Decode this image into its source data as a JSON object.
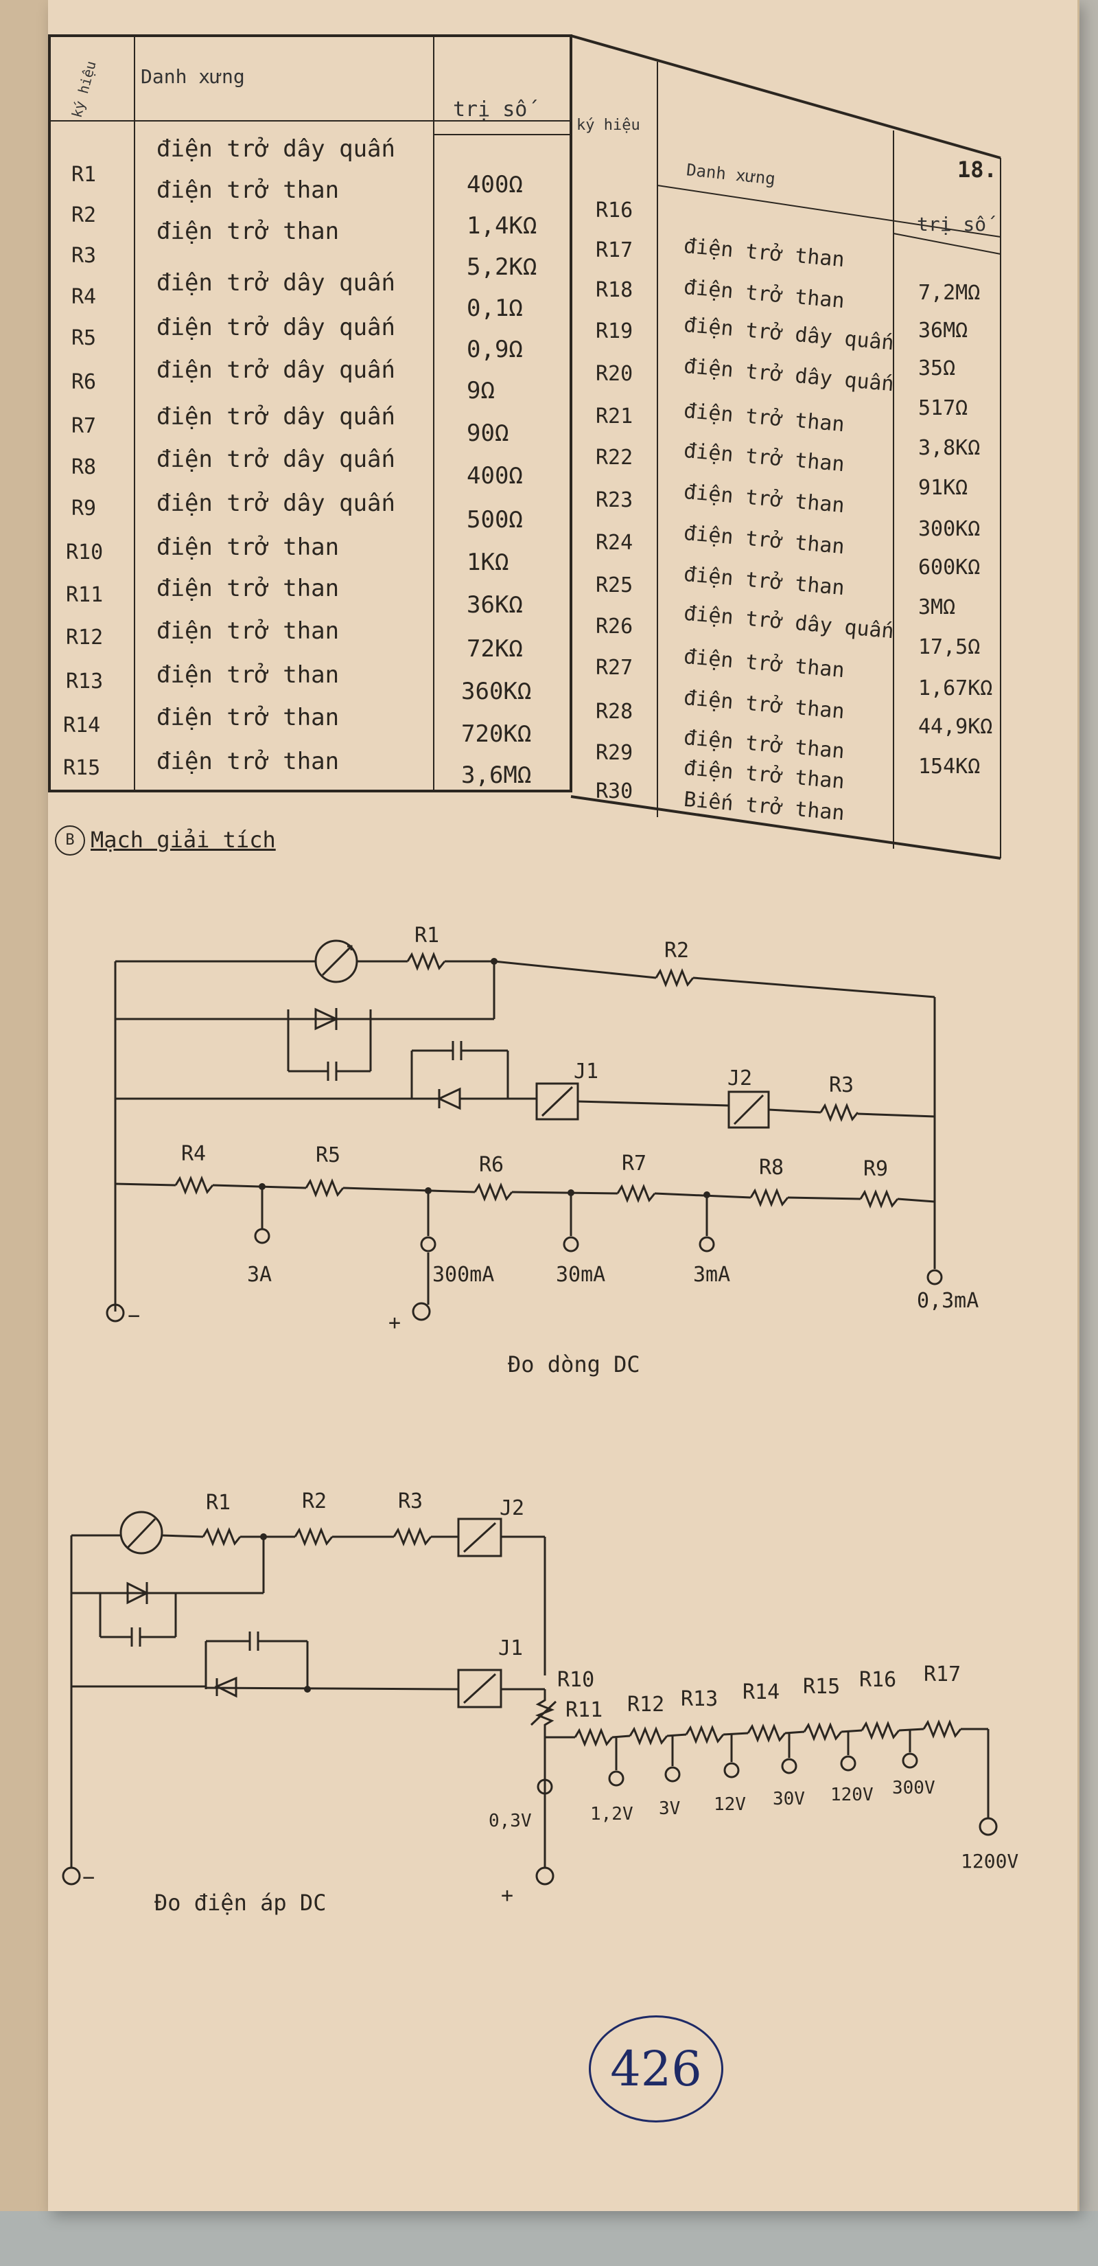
{
  "page_number": "18.",
  "folio": "426",
  "table_left": {
    "headers": {
      "symbol": "ký hiệu",
      "name": "Danh xưng",
      "value": "trị số"
    },
    "rows": [
      {
        "sym": "R1",
        "name": "điện trở dây quấn",
        "val": "400Ω"
      },
      {
        "sym": "R2",
        "name": "điện trở than",
        "val": "1,4KΩ"
      },
      {
        "sym": "R3",
        "name": "điện trở than",
        "val": "5,2KΩ"
      },
      {
        "sym": "R4",
        "name": "điện trở dây quấn",
        "val": "0,1Ω"
      },
      {
        "sym": "R5",
        "name": "điện trở dây quấn",
        "val": "0,9Ω"
      },
      {
        "sym": "R6",
        "name": "điện trở dây quấn",
        "val": "9Ω"
      },
      {
        "sym": "R7",
        "name": "điện trở dây quấn",
        "val": "90Ω"
      },
      {
        "sym": "R8",
        "name": "điện trở dây quấn",
        "val": "400Ω"
      },
      {
        "sym": "R9",
        "name": "điện trở dây quấn",
        "val": "500Ω"
      },
      {
        "sym": "R10",
        "name": "điện trở than",
        "val": "1KΩ"
      },
      {
        "sym": "R11",
        "name": "điện trở than",
        "val": "36KΩ"
      },
      {
        "sym": "R12",
        "name": "điện trở than",
        "val": "72KΩ"
      },
      {
        "sym": "R13",
        "name": "điện trở than",
        "val": "360KΩ"
      },
      {
        "sym": "R14",
        "name": "điện trở than",
        "val": "720KΩ"
      },
      {
        "sym": "R15",
        "name": "điện trở than",
        "val": "3,6MΩ"
      }
    ]
  },
  "table_right": {
    "headers": {
      "symbol": "ký hiệu",
      "name": "Danh xưng",
      "value": "trị số"
    },
    "rows": [
      {
        "sym": "R16",
        "name": "điện trở than",
        "val": "7,2MΩ"
      },
      {
        "sym": "R17",
        "name": "điện trở than",
        "val": "36MΩ"
      },
      {
        "sym": "R18",
        "name": "điện trở dây quấn",
        "val": "35Ω"
      },
      {
        "sym": "R19",
        "name": "điện trở dây quấn",
        "val": "517Ω"
      },
      {
        "sym": "R20",
        "name": "điện trở than",
        "val": "3,8KΩ"
      },
      {
        "sym": "R21",
        "name": "điện trở than",
        "val": "91KΩ"
      },
      {
        "sym": "R22",
        "name": "điện trở than",
        "val": "300KΩ"
      },
      {
        "sym": "R23",
        "name": "điện trở than",
        "val": "600KΩ"
      },
      {
        "sym": "R24",
        "name": "điện trở than",
        "val": "3MΩ"
      },
      {
        "sym": "R25",
        "name": "điện trở dây quấn",
        "val": "17,5Ω"
      },
      {
        "sym": "R26",
        "name": "điện trở than",
        "val": "1,67KΩ"
      },
      {
        "sym": "R27",
        "name": "điện trở than",
        "val": "44,9KΩ"
      },
      {
        "sym": "R28",
        "name": "điện trở than",
        "val": "154KΩ"
      },
      {
        "sym": "R29",
        "name": "điện trở than",
        "val": ""
      },
      {
        "sym": "R30",
        "name": "Biến trở than",
        "val": ""
      }
    ]
  },
  "section": {
    "marker": "B",
    "title": "Mạch giải tích"
  },
  "circuit1": {
    "caption": "Đo dòng DC",
    "labels": {
      "r1": "R1",
      "r2": "R2",
      "r3": "R3",
      "j1": "J1",
      "j2": "J2",
      "r4": "R4",
      "r5": "R5",
      "r6": "R6",
      "r7": "R7",
      "r8": "R8",
      "r9": "R9",
      "t3a": "3A",
      "t300": "300mA",
      "t30": "30mA",
      "t3": "3mA",
      "t03": "0,3mA",
      "neg": "−",
      "pos": "+"
    }
  },
  "circuit2": {
    "caption": "Đo điện áp DC",
    "labels": {
      "r1": "R1",
      "r2": "R2",
      "r3": "R3",
      "j2": "J2",
      "j1": "J1",
      "r10": "R10",
      "r11": "R11",
      "r12": "R12",
      "r13": "R13",
      "r14": "R14",
      "r15": "R15",
      "r16": "R16",
      "r17": "R17",
      "v03": "0,3V",
      "v12": "1,2V",
      "v3": "3V",
      "v12b": "12V",
      "v30": "30V",
      "v120": "120V",
      "v300": "300V",
      "v1200": "1200V",
      "neg": "−",
      "pos": "+"
    }
  }
}
